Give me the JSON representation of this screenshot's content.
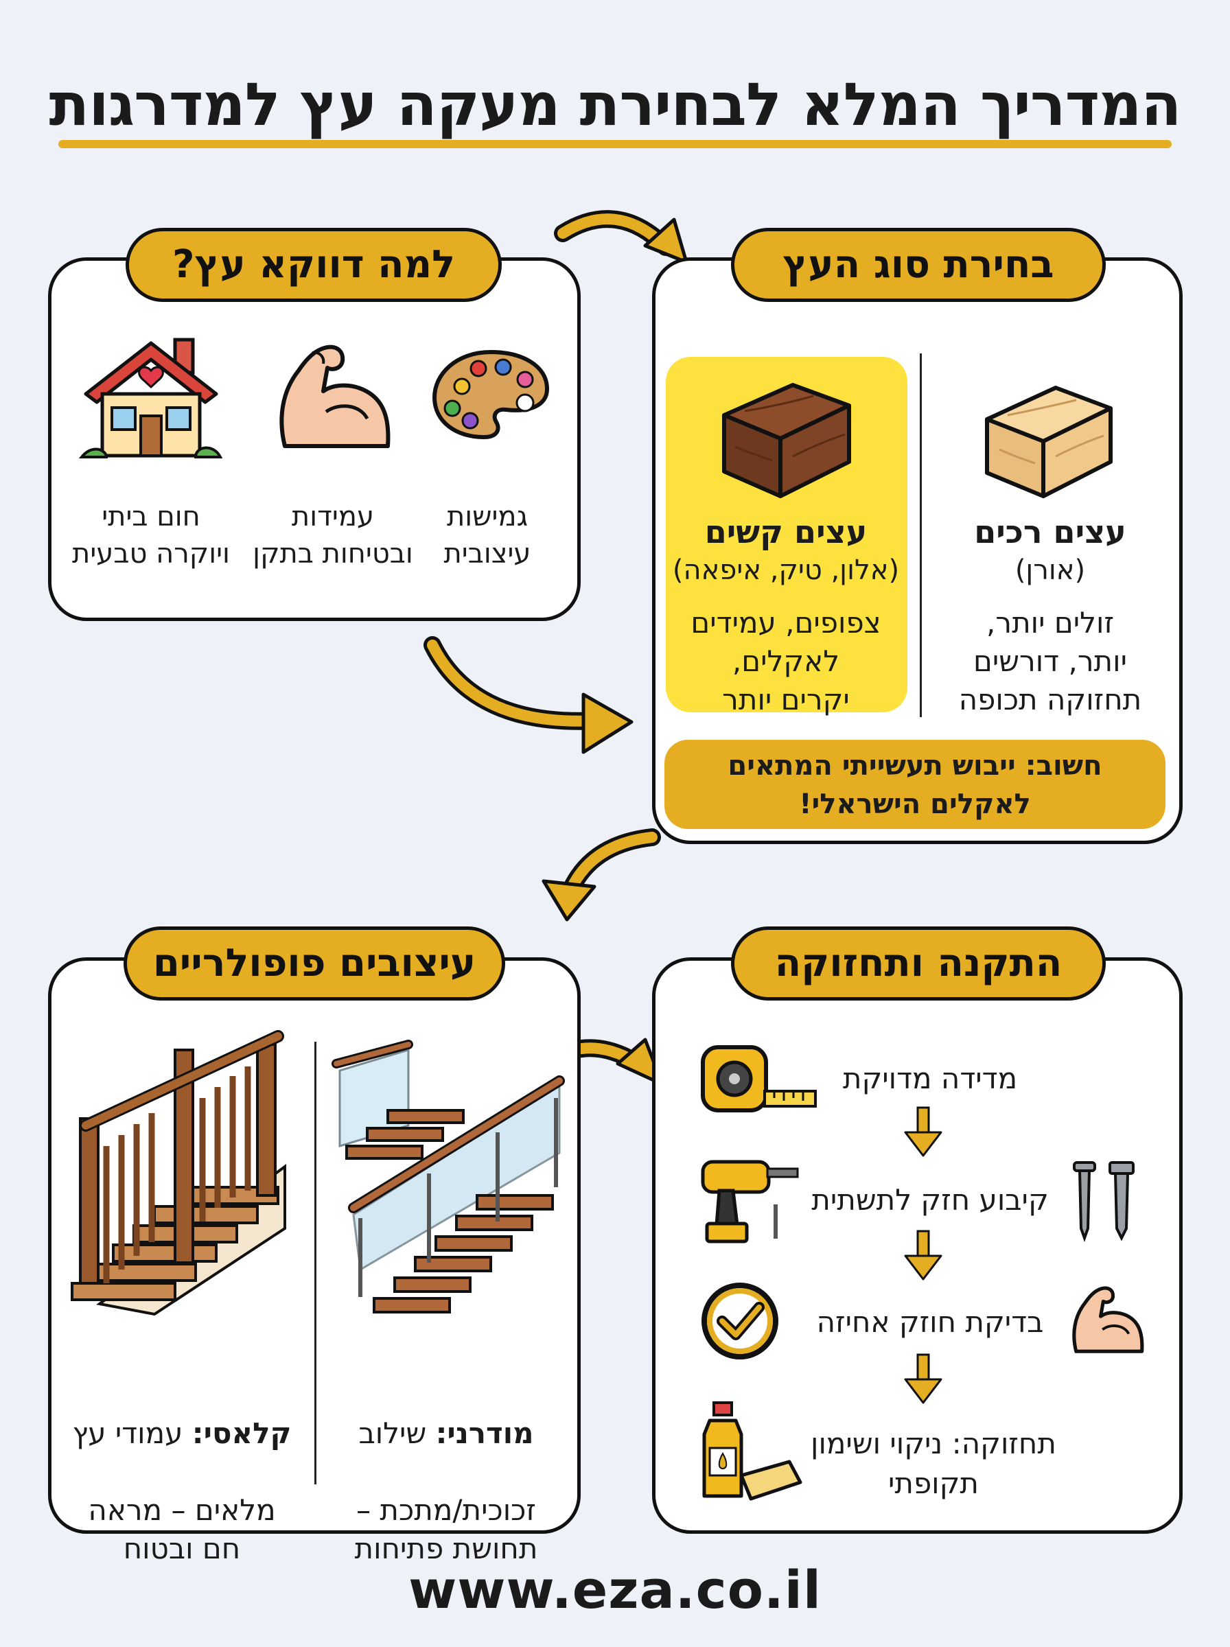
{
  "title": "המדריך המלא לבחירת מעקה עץ למדרגות",
  "colors": {
    "accent": "#e5ae22",
    "highlight": "#fde13f",
    "background": "#eef2f8"
  },
  "why_wood": {
    "heading": "למה דווקא עץ?",
    "items": [
      {
        "icon": "palette-icon",
        "label": "גמישות\nעיצובית"
      },
      {
        "icon": "flexed-arm-icon",
        "label": "עמידות\nובטיחות בתקן"
      },
      {
        "icon": "house-heart-icon",
        "label": "חום ביתי\nויוקרה טבעית"
      }
    ]
  },
  "wood_type": {
    "heading": "בחירת סוג העץ",
    "soft": {
      "name": "עצים רכים",
      "examples": "(אורן)",
      "desc": "זולים יותר,\nיותר, דורשים\nתחזוקה תכופה"
    },
    "hard": {
      "name": "עצים קשים",
      "examples": "(אלון, טיק, איפאה)",
      "desc": "צפופים, עמידים\nלאקלים,\nיקרים יותר"
    },
    "important": "חשוב: ייבוש תעשייתי המתאים\nלאקלים הישראלי!"
  },
  "designs": {
    "heading": "עיצובים פופולריים",
    "modern": {
      "title": "מודרני:",
      "text": "שילוב\nזכוכית/מתכת –\nתחושת פתיחות"
    },
    "classic": {
      "title": "קלאסי:",
      "text": "עמודי עץ\nמלאים – מראה\nחם ובטוח"
    }
  },
  "installation": {
    "heading": "התקנה ותחזוקה",
    "steps": [
      {
        "icon": "tape-measure-icon",
        "label": "מדידה מדויקת"
      },
      {
        "icon": "drill-icon",
        "label": "קיבוע חזק לתשתית"
      },
      {
        "icon": "checkmark-icon",
        "label": "בדיקת חוזק אחיזה"
      },
      {
        "icon": "oil-bottle-icon",
        "label": "תחזוקה: ניקוי ושימון\nתקופתי"
      }
    ]
  },
  "url": "www.eza.co.il"
}
